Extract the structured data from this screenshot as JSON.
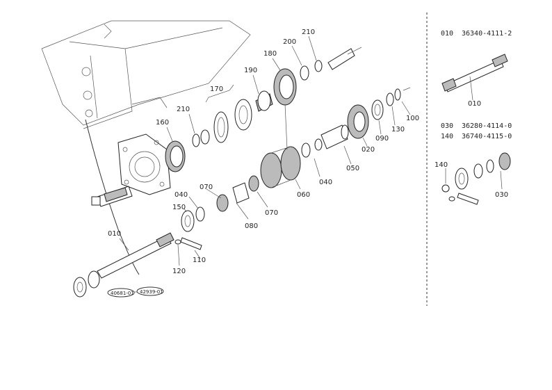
{
  "callouts": {
    "c010": "010",
    "c110": "110",
    "c120": "120",
    "c150": "150",
    "c040a": "040",
    "c070a": "070",
    "c080": "080",
    "c070b": "070",
    "c160": "160",
    "c210a": "210",
    "c170": "170",
    "c190": "190",
    "c180": "180",
    "c200": "200",
    "c210b": "210",
    "c060": "060",
    "c040b": "040",
    "c050": "050",
    "c020": "020",
    "c090": "090",
    "c130": "130",
    "c100": "100"
  },
  "ref_tags": [
    "40681-01",
    "42939-01"
  ],
  "side_table": {
    "row1": {
      "code": "010",
      "part": "36340-4111-2"
    },
    "row2": {
      "code": "030",
      "part": "36280-4114-0"
    },
    "row3": {
      "code": "140",
      "part": "36740-4115-0"
    }
  },
  "side_callouts": {
    "s010": "010",
    "s140": "140",
    "s030": "030"
  }
}
